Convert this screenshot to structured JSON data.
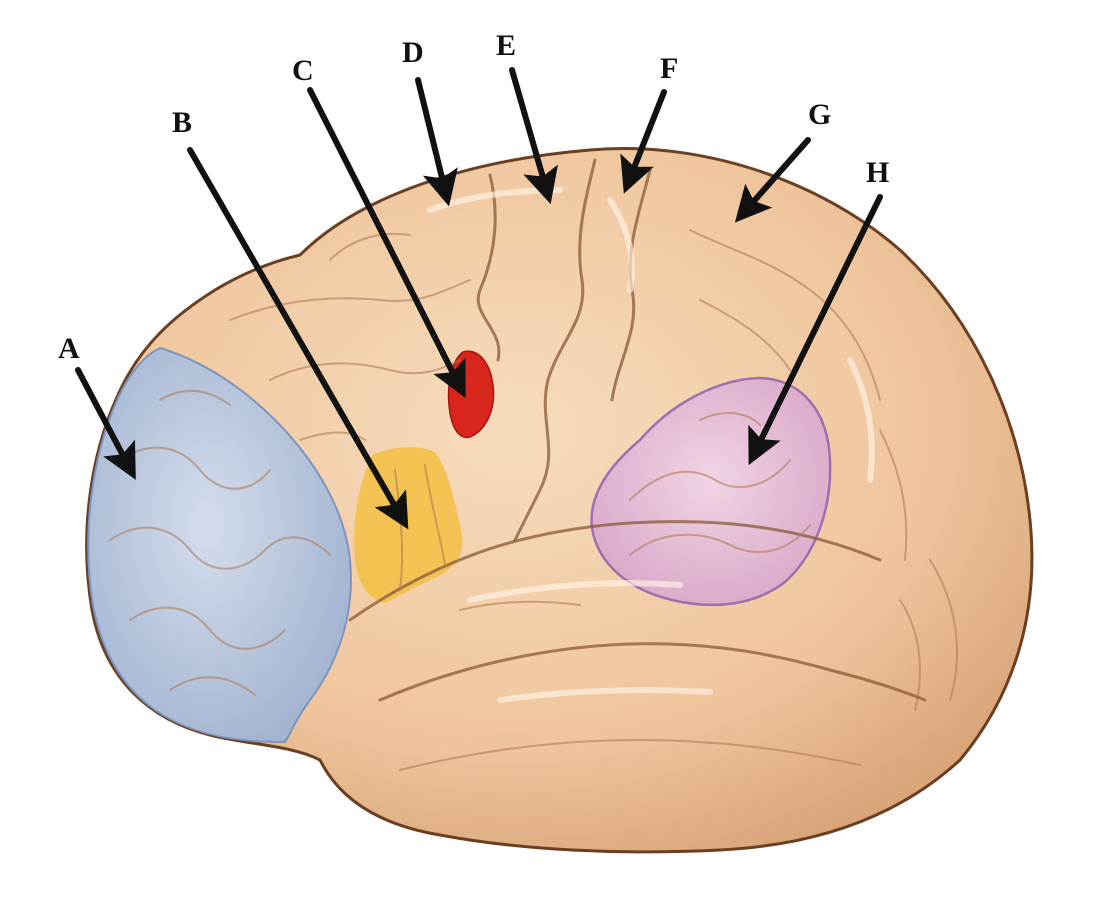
{
  "diagram": {
    "colors": {
      "background": "#ffffff",
      "cortex": "#f2c9a0",
      "cortex_outline": "#6b3f22",
      "region_a": "#b9c7de",
      "region_b": "#f2c04a",
      "region_c": "#d9261c",
      "region_h": "#e2b6d6",
      "arrow": "#111111",
      "label": "#111111"
    },
    "labels": [
      {
        "id": "A",
        "text": "A"
      },
      {
        "id": "B",
        "text": "B"
      },
      {
        "id": "C",
        "text": "C"
      },
      {
        "id": "D",
        "text": "D"
      },
      {
        "id": "E",
        "text": "E"
      },
      {
        "id": "F",
        "text": "F"
      },
      {
        "id": "G",
        "text": "G"
      },
      {
        "id": "H",
        "text": "H"
      }
    ]
  }
}
